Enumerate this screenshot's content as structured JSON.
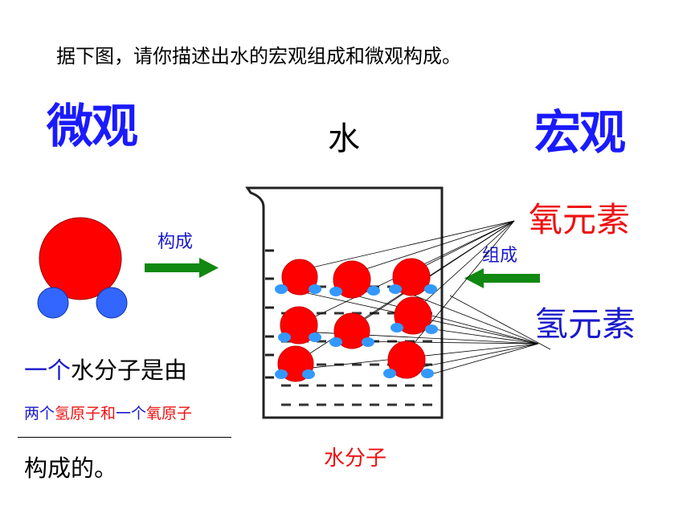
{
  "question": "据下图，请你描述出水的宏观组成和微观构成。",
  "micro_title": "微观",
  "macro_title": "宏观",
  "substance": "水",
  "macro_elements": {
    "oxygen": "氧元素",
    "hydrogen": "氢元素"
  },
  "arrows": {
    "compose_label": "构成",
    "group_label": "组成"
  },
  "description": {
    "line1_prefix": "一个",
    "line1_rest": "水分子是由",
    "line2_a": "两个",
    "line2_b": "氢原子和",
    "line2_c": "一个",
    "line2_d": "氧原子",
    "line3": "构成的。"
  },
  "molecule_label": "水分子",
  "colors": {
    "title_blue": "#1a1aff",
    "label_blue": "#1a1acc",
    "oxygen_red": "#ee1111",
    "hydrogen_blue": "#3366ff",
    "arrow_green": "#118811"
  }
}
